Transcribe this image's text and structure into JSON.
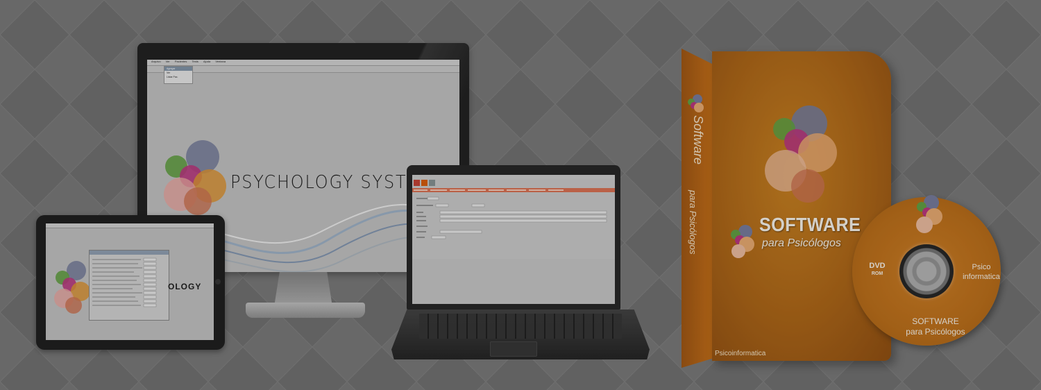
{
  "monitor": {
    "menubar": [
      "Arquivo",
      "Ver",
      "Pacientes",
      "Tests",
      "Ajuda",
      "Ventana"
    ],
    "dropdown": [
      "Agregar",
      "Ver",
      "Listar Pac."
    ],
    "brand_title": "PSYCHOLOGY SYST"
  },
  "tablet": {
    "brand_fragment": "OLOGY"
  },
  "laptop": {
    "screen_label": "patient-form"
  },
  "product_box": {
    "spine_title": "Software",
    "spine_subtitle": "para Psicólogos",
    "title": "SOFTWARE",
    "subtitle": "para Psicólogos",
    "brand": "Psicoinformatica"
  },
  "disc": {
    "logo_line1": "DVD",
    "logo_line2": "ROM",
    "brand_line1": "Psico",
    "brand_line2": "informatica",
    "title_line1": "SOFTWARE",
    "title_line2": "para Psicólogos"
  },
  "colors": {
    "background": "#6e6e6e",
    "box_orange": "#a85e0c",
    "screen_gray": "#bdbdbd"
  },
  "icons": {
    "head_logo": "colorful-head-icon"
  }
}
